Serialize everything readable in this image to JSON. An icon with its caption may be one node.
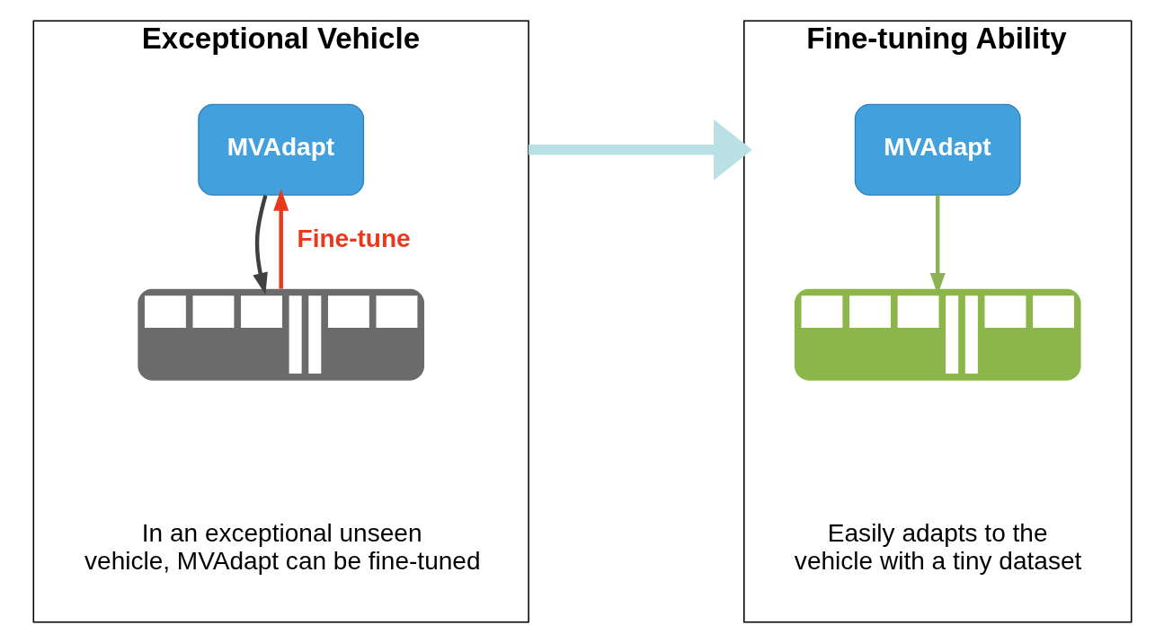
{
  "diagram": {
    "nodes": [
      {
        "text": [
          "Exceptional Vehicle",
          "In an exceptional unseen vehicle, MVAdapt can be fine-tuned"
        ]
      },
      {
        "text": [
          "MVAdapt"
        ],
        "in": 0
      },
      {
        "text": [],
        "shape": "picture",
        "in": 0
      },
      {
        "text": [
          "Fine-tuning Ability",
          "Easily adapts to the vehicle with a tiny dataset"
        ]
      },
      {
        "text": [
          "MVAdapt"
        ],
        "in": 3
      },
      {
        "text": [],
        "shape": "picture",
        "in": 3
      }
    ],
    "edges": [
      {
        "from": 1,
        "to": 2,
        "arrow": "to",
        "color": "#404040"
      },
      {
        "from": 2,
        "to": 1,
        "arrow": "to",
        "label": "Fine-tune",
        "color": "#e8391d"
      },
      {
        "from": 0,
        "to": 3,
        "arrow": "to",
        "style": "thick",
        "color": "#b9e1e5"
      },
      {
        "from": 4,
        "to": 5,
        "arrow": "to",
        "color": "#8db255"
      }
    ]
  }
}
